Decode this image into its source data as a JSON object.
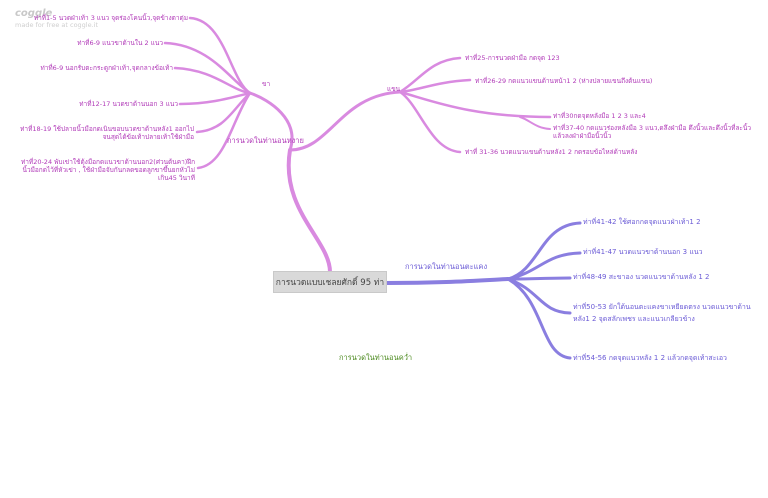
{
  "watermark": {
    "logo": "coggle",
    "tagline": "made for free at coggle.it"
  },
  "map": {
    "center": "การนวดแบบเชลยศักดิ์ 95 ท่า",
    "branches": [
      {
        "label": "การนวดในท่านอนหงาย",
        "color": "#d98ae0",
        "groups": [
          {
            "label": "ขา",
            "items": [
              "ท่าที่1-5 นวดฝ่าเท้า 3 แนว จุดร่องโคนนิ้ว,จุดข้างตาตุ่ม",
              "ท่าที่6-9 แนวขาด้านใน 2 แนว",
              "ท่าที่6-9 นอกรับตะกระดูกฝ่าเท้า,จุดกลางข้อเท้า",
              "ท่าที่12-17 นวดขาด้านนอก 3 แนว",
              "ท่าที่18-19 ใช้ปลายนิ้วมือกดเนินขอบนวดขาด้านหลัง1 ออกไปจนสุดได้ข้อเท้าปลายเท้าใช้ฝ่ามือ",
              "ท่าที่20-24 พับเข่าใช้ตุ้งมือกดแนวขาด้านนอก2(ศ่วนต้นคา)ฝึกนิ้วมือกดไว้ที่หัวเข่า , ใช้ฝ่ามือจับกันกลดขอดลูกขาขึ้นยกหัวไม่เกิน45 วินาที"
            ]
          },
          {
            "label": "แขน",
            "items": [
              "ท่าที่25-การนวดฝ่ามือ กดจุด 123",
              "ท่าที่26-29 กดแนวแขนด้านหน้า1 2 (ห่างปลายแขนถึงต้นแขน)",
              "ท่าที่30กดจุดหลังมือ 1 2 3 และ4",
              "ท่าที่37-40 กดแนวร่องหลังมือ 3 แนว,ดลึงฝ่ามือ ดึงนิ้วและดึงนิ้วที่ละนิ้วแล้วลงฝ่าฝ่ามือนิ้วนิ้ว",
              "ท่าที่ 31-36 นวดแนวแขนด้านหลัง1 2 กดรอบข้อไหล่ด้านหลัง"
            ]
          }
        ]
      },
      {
        "label": "การนวดในท่านอนตะแคง",
        "color": "#8a7ee0",
        "items": [
          "ท่าที่41-42 ใช้ศอกกดจุดแนวฝ่าเท้า1 2",
          "ท่าที่41-47 นวดแนวขาด้านนอก 3 แนว",
          "ท่าที่48-49 สะขาอง นวดแนวขาด้านหลัง 1 2",
          "ท่าที่50-53 ยักใต้นอนตะแคงขาเหยียดตรง นวดแนวขาด้านหลัง1 2 จุดสลักเพชร และแนวเกลียวข้าง",
          "ท่าที่54-56 กดจุดแนวหลัง 1 2 แล้วกดจุดเท้าสะเอว"
        ]
      },
      {
        "label": "การนวดในท่านอนคว่ำ",
        "color": "#4c8a1f",
        "items": []
      }
    ]
  }
}
